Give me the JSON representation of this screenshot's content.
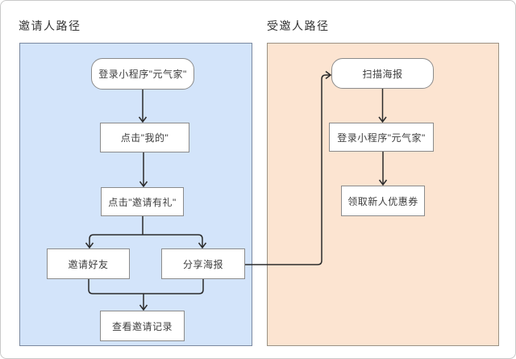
{
  "canvas": {
    "left_panel": {
      "title": "邀请人路径",
      "nodes": {
        "login": "登录小程序\"元气家\"",
        "tap_my": "点击\"我的\"",
        "tap_invite_gift": "点击\"邀请有礼\"",
        "invite_friends": "邀请好友",
        "share_poster": "分享海报",
        "view_invite_records": "查看邀请记录"
      }
    },
    "right_panel": {
      "title": "受邀人路径",
      "nodes": {
        "scan_poster": "扫描海报",
        "login": "登录小程序\"元气家\"",
        "claim_new_user_coupon": "领取新人优惠券"
      }
    },
    "colors": {
      "inviter_panel_bg": "#d3e4fa",
      "inviter_panel_border": "#7b89a0",
      "invitee_panel_bg": "#fce4d1",
      "invitee_panel_border": "#9b9284",
      "node_bg": "#ffffff",
      "node_border": "#8b8b8b",
      "arrow": "#2b2b2b",
      "text": "#3d3d3d"
    }
  }
}
